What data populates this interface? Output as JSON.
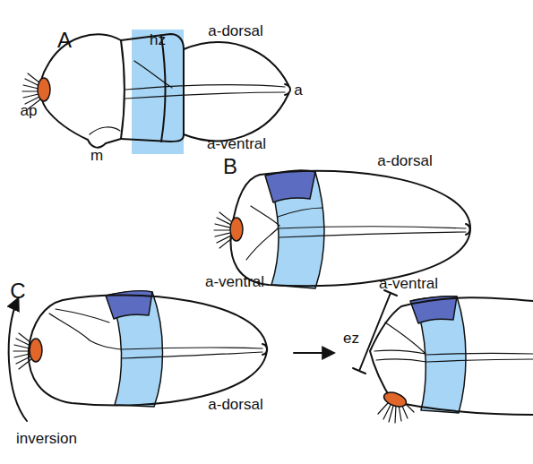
{
  "diagram": {
    "nodes": [
      {
        "text": [
          "hz"
        ]
      }
    ],
    "labels": [
      "A",
      "a-dorsal",
      "ap",
      "m",
      "a-ventral",
      "a",
      "B",
      "a-dorsal",
      "a-ventral",
      "C",
      "a-ventral",
      "a-dorsal",
      "inversion",
      "ez"
    ]
  }
}
